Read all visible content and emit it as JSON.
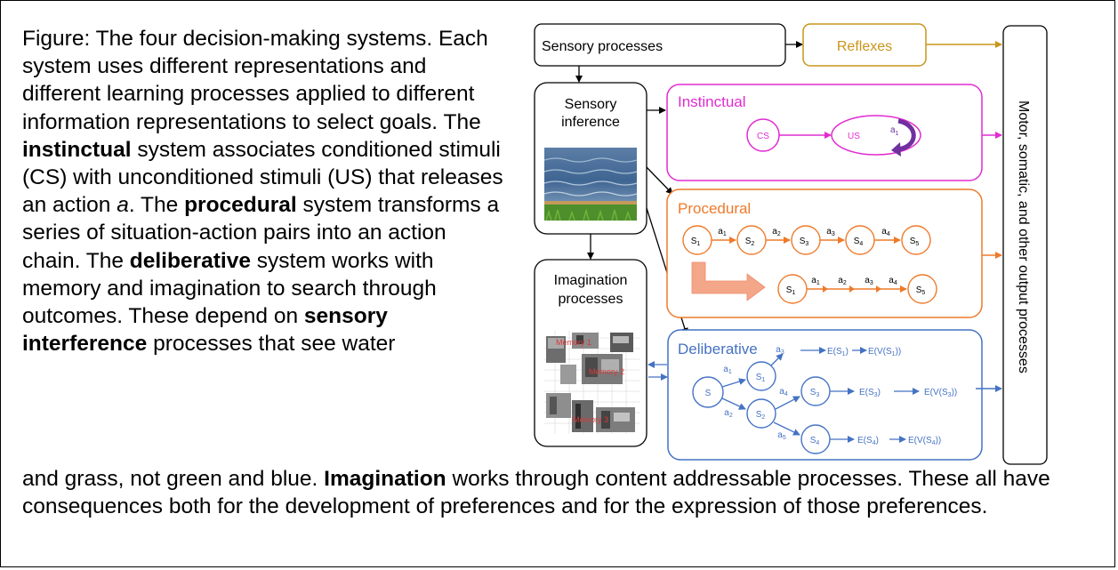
{
  "caption": {
    "intro": "Figure: The four decision-making systems.  Each system uses different representations and different learning processes applied to different information representations to select goals.  The ",
    "b_instinctual": "instinctual",
    "t1": " system associates conditioned stimuli (CS) with unconditioned stimuli (US) that releases an action ",
    "a_var": "a",
    "t2": ".  The ",
    "b_procedural": "procedural",
    "t3": " system transforms a series of situation-action pairs into an action chain.  The ",
    "b_deliberative": "deliberative",
    "t4": " system works with memory and imagination to search through outcomes.  These depend on ",
    "b_sensory": "sensory interference",
    "t5": " processes that see water",
    "t6": "and grass, not green and blue.  ",
    "b_imagination": "Imagination",
    "t7": " works through content addressable processes. These all have consequences both for the development of preferences and for the expression of those preferences."
  },
  "diagram": {
    "sensory_processes": "Sensory processes",
    "reflexes": "Reflexes",
    "sensory_inference_l1": "Sensory",
    "sensory_inference_l2": "inference",
    "imagination_l1": "Imagination",
    "imagination_l2": "processes",
    "output": "Motor, somatic, and other output processes",
    "instinctual": {
      "title": "Instinctual",
      "cs": "CS",
      "us": "US",
      "a": "a",
      "a_sub": "1"
    },
    "procedural": {
      "title": "Procedural",
      "s": "S",
      "a": "a",
      "chain_top_states": [
        "1",
        "2",
        "3",
        "4",
        "5"
      ],
      "chain_top_actions": [
        "1",
        "2",
        "3",
        "4"
      ],
      "chain_bottom_states": [
        "1",
        "5"
      ],
      "chain_bottom_actions": [
        "1",
        "2",
        "3",
        "4"
      ]
    },
    "deliberative": {
      "title": "Deliberative",
      "s": "S",
      "s1": "1",
      "s2": "2",
      "s3": "3",
      "s4": "4",
      "a": "a",
      "a1": "1",
      "a2": "2",
      "a3": "3",
      "a4": "4",
      "a5": "5",
      "e_prefix": "E(S",
      "ev_prefix": "E(V(S",
      "close1": ")",
      "close2": "))"
    },
    "memory_labels": [
      "Memory 1",
      "Memory 2",
      "Memory 3"
    ],
    "colors": {
      "reflex": "#c9951a",
      "instinct": "#e12bd0",
      "procedural": "#ee7a2a",
      "deliberative": "#4472c4",
      "arrow_fat": "#f4a689",
      "purple": "#7030a0"
    }
  }
}
